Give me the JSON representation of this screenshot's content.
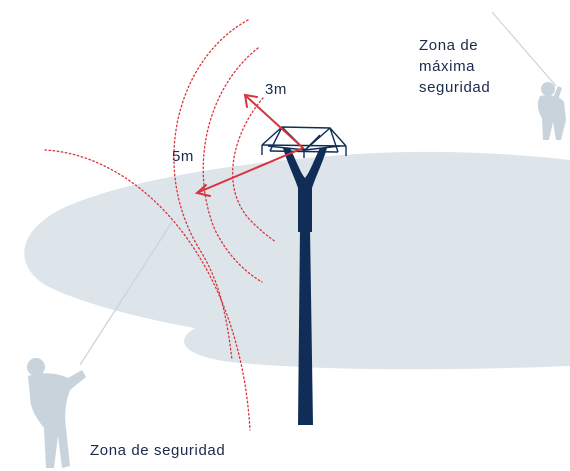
{
  "labels": {
    "dist_3m": "3m",
    "dist_5m": "5m",
    "max_zone_line1": "Zona de",
    "max_zone_line2": "máxima",
    "max_zone_line3": "seguridad",
    "safe_zone": "Zona de seguridad"
  },
  "colors": {
    "pylon": "#0f2d57",
    "ground": "#dde4ea",
    "arrow": "#d6353d",
    "arc": "#d6353d",
    "person": "#c9d3dc",
    "text": "#1b2a4a"
  },
  "icons": {
    "pylon": "electric-pylon-icon",
    "person_left": "kite-flyer-person-icon",
    "person_right": "kite-flyer-person-icon"
  }
}
